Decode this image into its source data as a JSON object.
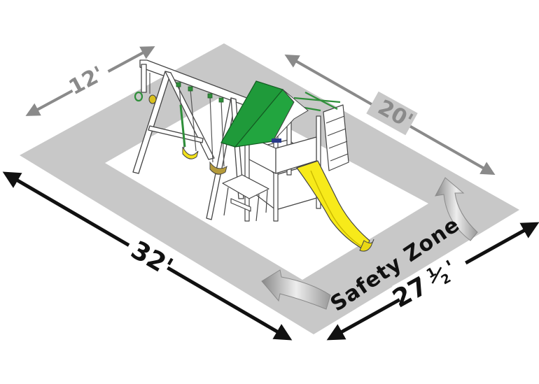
{
  "dimensions": {
    "play_width": "12'",
    "play_length": "20'",
    "overall_length": "32'",
    "overall_width_whole": "27",
    "overall_width_num": "1",
    "overall_width_den": "2",
    "overall_width_tick": "'"
  },
  "zone": {
    "label": "Safety Zone"
  },
  "colors": {
    "zone_fill": "#c8c8c8",
    "interior_fill": "#ffffff",
    "roof": "#1f9a3a",
    "slide": "#f7ea1a",
    "swing_seat": "#f2e11a",
    "bracket": "#2f8f3a",
    "dim_dark": "#111111",
    "dim_grey": "#8a8a8a"
  }
}
